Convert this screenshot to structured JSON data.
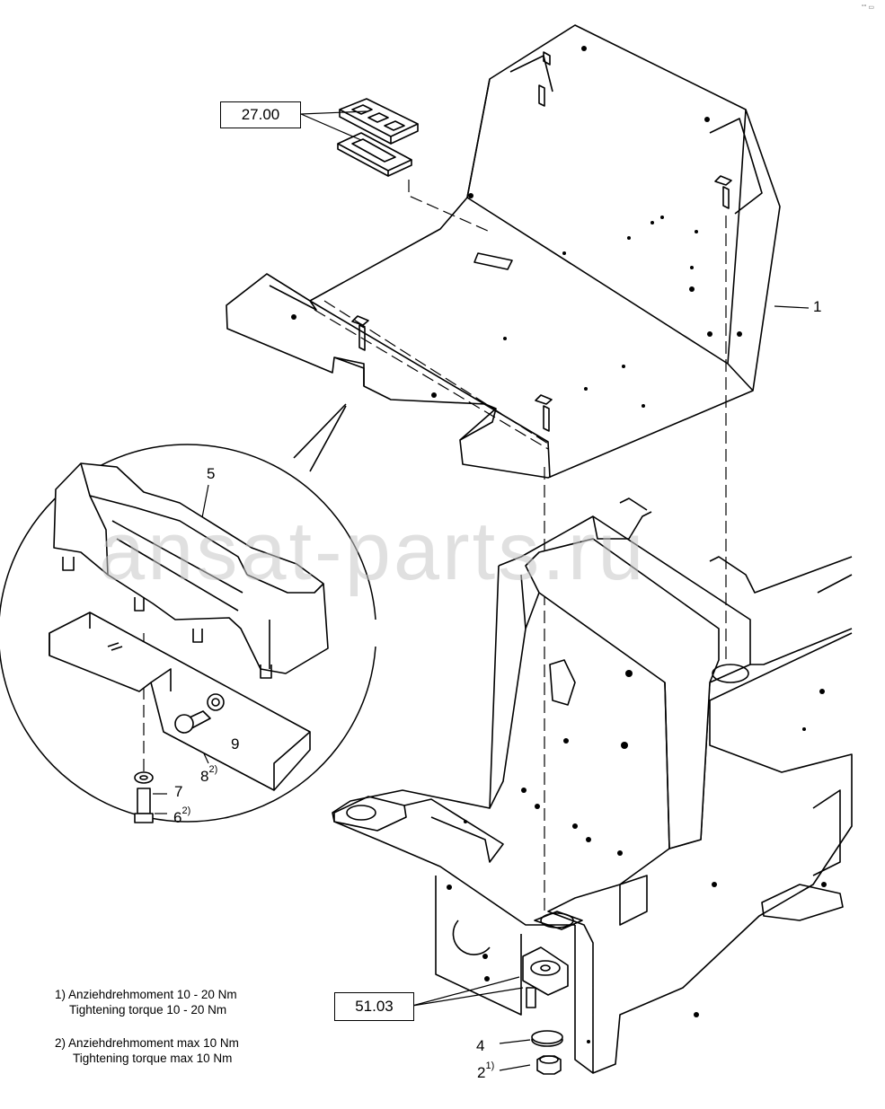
{
  "corner_mark": "°° ▭",
  "watermark": "ansat-parts.ru",
  "ref_boxes": {
    "top": "27.00",
    "bottom": "51.03"
  },
  "callouts": {
    "p1": "1",
    "p2": "2",
    "p2_sup": "1)",
    "p4": "4",
    "p5": "5",
    "p6": "6",
    "p6_sup": "2)",
    "p7": "7",
    "p8": "8",
    "p8_sup": "2)",
    "p9": "9"
  },
  "notes": {
    "n1_de": "1) Anziehdrehmoment 10 - 20 Nm",
    "n1_en": "Tightening torque 10 - 20 Nm",
    "n2_de": "2)  Anziehdrehmoment max 10 Nm",
    "n2_en": "Tightening torque max 10 Nm"
  }
}
